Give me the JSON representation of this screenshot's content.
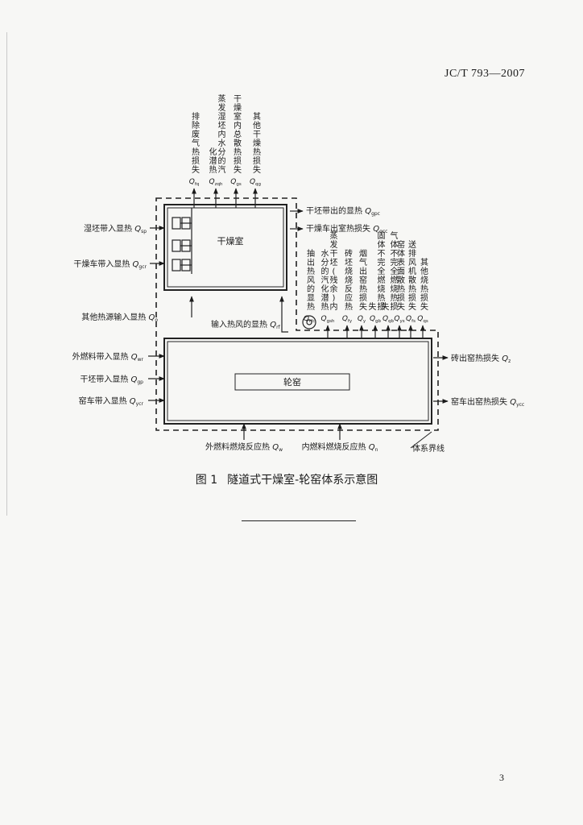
{
  "header": {
    "standard_code": "JC/T 793—2007"
  },
  "figure": {
    "number": "图 1",
    "title": "隧道式干燥室-轮窑体系示意图",
    "dryer_label": "干燥室",
    "kiln_label": "轮窑",
    "boundary_label": "体系界线",
    "top_outputs": [
      {
        "text": "排除废气热损失",
        "sym": "Q",
        "sub": "fq"
      },
      {
        "text": "蒸发湿坯内水分的汽化潜热",
        "sym": "Q",
        "sub": "zqh"
      },
      {
        "text": "干燥室内总散热损失",
        "sym": "Q",
        "sp": "",
        "sub": "gs"
      },
      {
        "text": "其他干燥热损失",
        "sym": "Q",
        "sub": "qg"
      }
    ],
    "dryer_right_outputs": [
      {
        "text": "干坯带出的显热",
        "sym": "Q",
        "sub": "gpc"
      },
      {
        "text": "干燥车出室热损失",
        "sym": "Q",
        "sub": "gcc"
      }
    ],
    "dryer_left_inputs": [
      {
        "text": "湿坯带入显热",
        "sym": "Q",
        "sub": "sp"
      },
      {
        "text": "干燥车带入显热",
        "sym": "Q",
        "sub": "gcr"
      }
    ],
    "other_heat_input": {
      "text": "其他热源输入显热",
      "sym": "Q",
      "sub": "o"
    },
    "hot_air_input": {
      "text": "输入热风的显热",
      "sym": "Q",
      "sub": "rf"
    },
    "kiln_top_outputs": [
      {
        "text": "抽出热风的显热",
        "sym": "Q",
        "sub": "rfc"
      },
      {
        "text": "蒸发干坯(残余)内水分的汽化潜热",
        "sym": "Q",
        "sub": "gsh"
      },
      {
        "text": "砖坯烧烧反应热",
        "sym": "Q",
        "sub": "fy"
      },
      {
        "text": "烟气出窑热损失",
        "sym": "Q",
        "sub": "y"
      },
      {
        "text": "固体不完全燃烧热损失",
        "sym": "Q",
        "sub": "gb"
      },
      {
        "text": "气体不完全燃烧热损失",
        "sym": "Q",
        "sub": "qb"
      },
      {
        "text": "窑体表面散热损失",
        "sym": "Q",
        "sub": "ys"
      },
      {
        "text": "送排风机散热损失",
        "sym": "Q",
        "sub": "fs"
      },
      {
        "text": "其他烧热损失",
        "sym": "Q",
        "sub": "qs"
      }
    ],
    "kiln_left_inputs": [
      {
        "text": "外燃料带入显热",
        "sym": "Q",
        "sub": "wr"
      },
      {
        "text": "干坯带入显热",
        "sym": "Q",
        "sub": "gp"
      },
      {
        "text": "窑车带入显热",
        "sym": "Q",
        "sub": "ycr"
      }
    ],
    "kiln_right_outputs": [
      {
        "text": "砖出窑热损失",
        "sym": "Q",
        "sub": "z"
      },
      {
        "text": "窑车出窑热损失",
        "sym": "Q",
        "sub": "ycc"
      }
    ],
    "kiln_bottom_inputs": [
      {
        "text": "外燃料燃烧反应热",
        "sym": "Q",
        "sub": "w"
      },
      {
        "text": "内燃料燃烧反应热",
        "sym": "Q",
        "sub": "n"
      }
    ]
  },
  "footer": {
    "page_number": "3"
  }
}
